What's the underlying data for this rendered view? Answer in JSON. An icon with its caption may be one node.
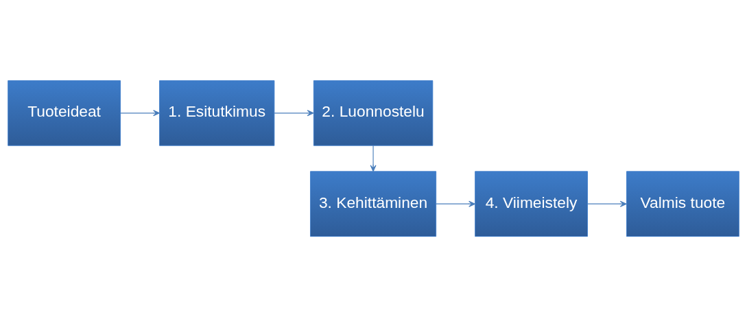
{
  "diagram": {
    "nodes": [
      {
        "text": [
          "Tuoteideat"
        ]
      },
      {
        "text": [
          "1. Esitutkimus"
        ]
      },
      {
        "text": [
          "2. Luonnostelu"
        ]
      },
      {
        "text": [
          "3. Kehittäminen"
        ]
      },
      {
        "text": [
          "4. Viimeistely"
        ]
      },
      {
        "text": [
          "Valmis tuote"
        ]
      }
    ],
    "edges": [
      {
        "from": 0,
        "to": 1,
        "arrow": "to"
      },
      {
        "from": 1,
        "to": 2,
        "arrow": "to"
      },
      {
        "from": 2,
        "to": 3,
        "arrow": "to"
      },
      {
        "from": 3,
        "to": 4,
        "arrow": "to"
      },
      {
        "from": 4,
        "to": 5,
        "arrow": "to"
      }
    ]
  }
}
